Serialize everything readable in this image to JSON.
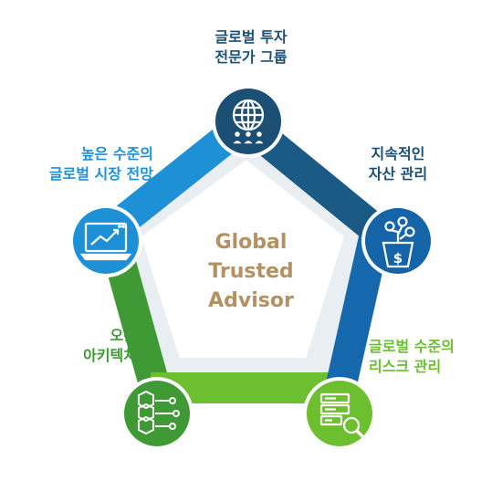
{
  "center": {
    "line1": "Global",
    "line2": "Trusted",
    "line3": "Advisor"
  },
  "nodes": {
    "top": {
      "line1": "글로벌 투자",
      "line2": "전문가 그룹",
      "icon": "globe-people-icon",
      "color": "#1b4f73"
    },
    "right": {
      "line1": "지속적인",
      "line2": "자산 관리",
      "icon": "money-plant-pot-icon",
      "color": "#1564a8"
    },
    "bottom_right": {
      "line1": "글로벌 수준의",
      "line2": "리스크 관리",
      "icon": "server-magnifier-icon",
      "color": "#6cbf2e"
    },
    "bottom_left": {
      "line1": "오픈",
      "line2": "아키텍쳐",
      "icon": "blocks-network-icon",
      "color": "#3f9a35"
    },
    "left": {
      "line1": "높은 수준의",
      "line2": "글로벌 시장 전망",
      "icon": "chart-monitor-icon",
      "color": "#1e91d6"
    }
  },
  "colors": {
    "accent_gold": "#b39163",
    "edge_left_top": "#1e91d6",
    "edge_top_right": "#1b5a84",
    "edge_right_bottom": "#1668ad",
    "edge_bottom": "#6cbf2e",
    "edge_left_bottom": "#3f9a35"
  }
}
